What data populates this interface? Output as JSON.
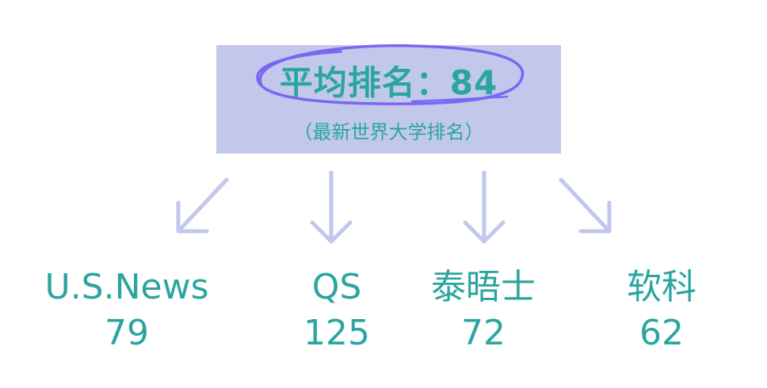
{
  "summary": {
    "title": "平均排名：84",
    "subtitle": "（最新世界大学排名）"
  },
  "rankings": [
    {
      "name": "U.S.News",
      "value": "79"
    },
    {
      "name": "QS",
      "value": "125"
    },
    {
      "name": "泰晤士",
      "value": "72"
    },
    {
      "name": "软科",
      "value": "62"
    }
  ],
  "colors": {
    "box_fill": "#c1c8ec",
    "text": "#2aa5a0",
    "ellipse": "#7b66f0",
    "arrow": "#c1c8ec"
  },
  "icons": [
    "hand-drawn-ellipse",
    "arrow-down-left",
    "arrow-down",
    "arrow-down",
    "arrow-down-right"
  ]
}
